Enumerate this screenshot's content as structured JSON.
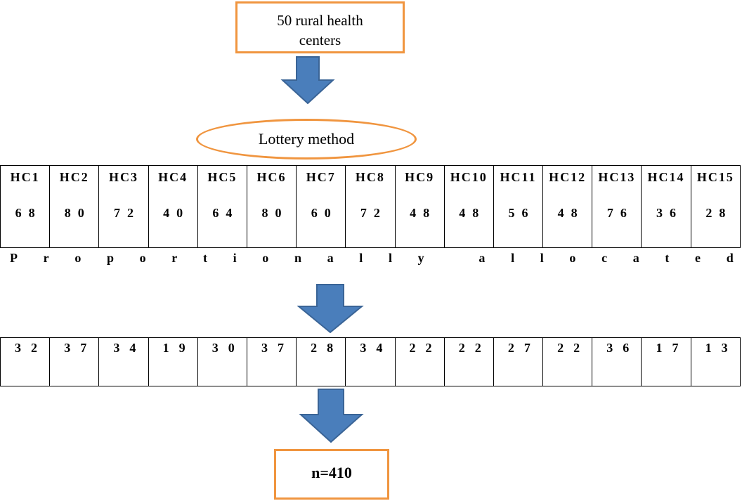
{
  "top_box": {
    "line1": "50 rural health",
    "line2": "centers"
  },
  "selection": {
    "label": "Lottery method"
  },
  "health_centers": [
    {
      "name": "HC1",
      "count": "68"
    },
    {
      "name": "HC2",
      "count": "80"
    },
    {
      "name": "HC3",
      "count": "72"
    },
    {
      "name": "HC4",
      "count": "40"
    },
    {
      "name": "HC5",
      "count": "64"
    },
    {
      "name": "HC6",
      "count": "80"
    },
    {
      "name": "HC7",
      "count": "60"
    },
    {
      "name": "HC8",
      "count": "72"
    },
    {
      "name": "HC9",
      "count": "48"
    },
    {
      "name": "HC10",
      "count": "48"
    },
    {
      "name": "HC11",
      "count": "56"
    },
    {
      "name": "HC12",
      "count": "48"
    },
    {
      "name": "HC13",
      "count": "76"
    },
    {
      "name": "HC14",
      "count": "36"
    },
    {
      "name": "HC15",
      "count": "28"
    }
  ],
  "allocation_label": "Proportionally allocated",
  "allocated": [
    "32",
    "37",
    "34",
    "19",
    "30",
    "37",
    "28",
    "34",
    "22",
    "22",
    "27",
    "22",
    "36",
    "17",
    "13"
  ],
  "total": {
    "label": "n=410"
  },
  "colors": {
    "box_border": "#f0953f",
    "arrow_fill": "#4a7ebb",
    "arrow_stroke": "#3a6496"
  }
}
